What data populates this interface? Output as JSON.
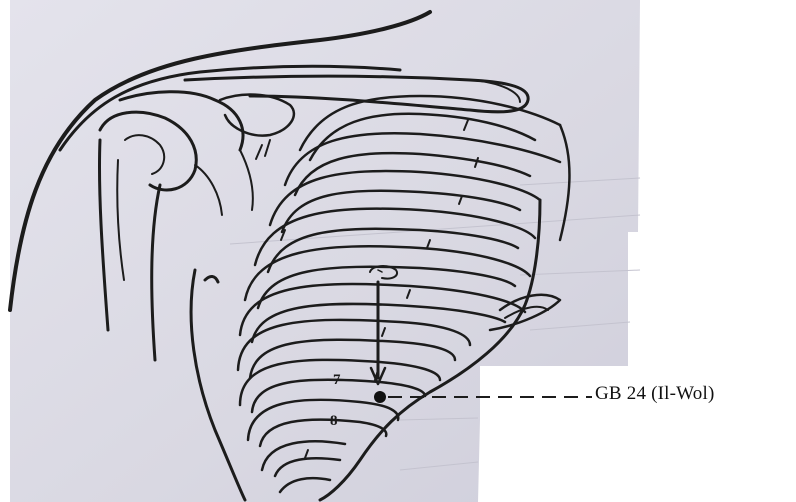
{
  "figure": {
    "point_label": "GB 24 (Il-Wol)",
    "rib_labels": [
      "7",
      "8"
    ],
    "paper_color": "#dddce6",
    "ink_color": "#1c1c1c",
    "point_color": "#111111"
  }
}
